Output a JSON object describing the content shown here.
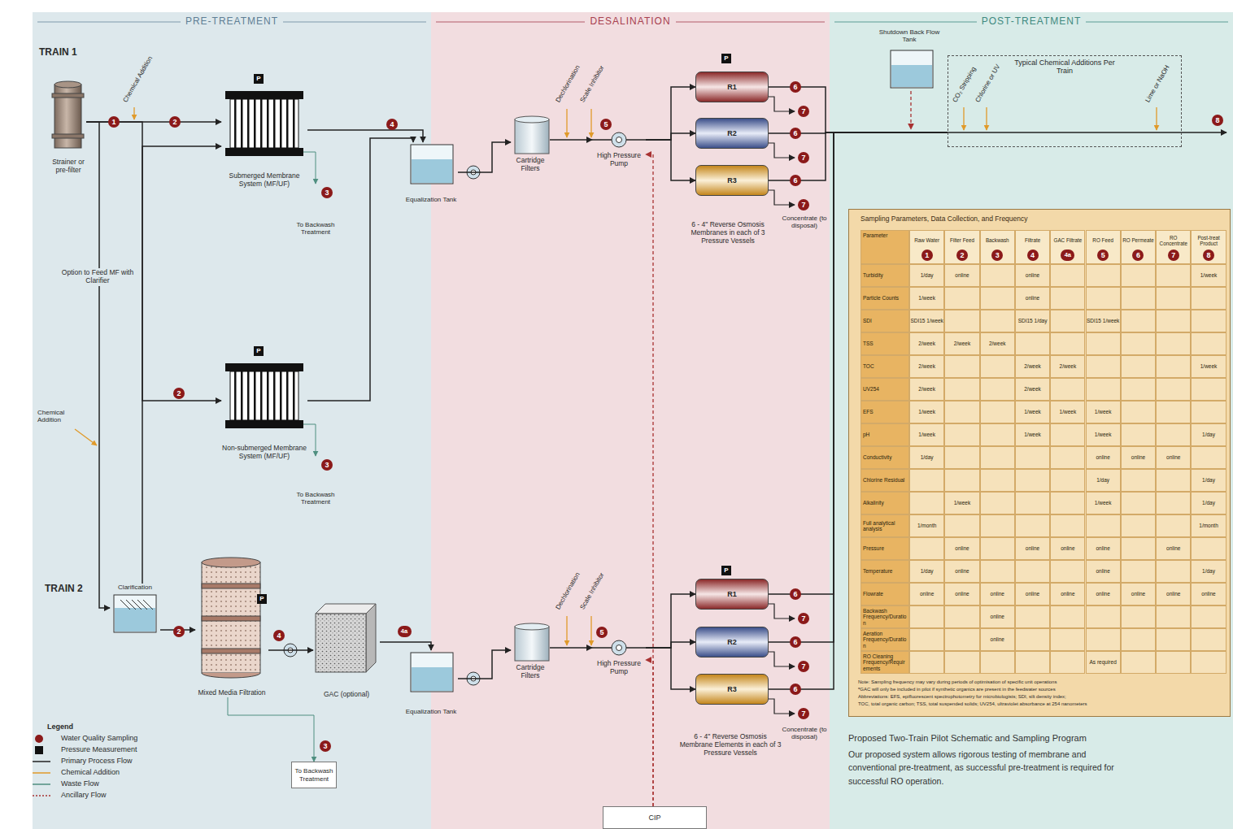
{
  "diagram": {
    "title": "Proposed Two-Train Pilot Schematic and Sampling Program",
    "caption": "Our proposed system allows rigorous testing of membrane and conventional pre-treatment, as successful pre-treatment is required for successful RO operation.",
    "nodes": [
      {
        "text": [
          "PRE-TREATMENT"
        ]
      },
      {
        "text": [
          "DESALINATION"
        ]
      },
      {
        "text": [
          "POST-TREATMENT"
        ]
      },
      {
        "text": [
          "Strainer or pre-filter"
        ]
      },
      {
        "text": [
          "Submerged Membrane System (MF/UF)"
        ]
      },
      {
        "text": [
          "Non-submerged Membrane System (MF/UF)"
        ]
      },
      {
        "text": [
          "Equalization Tank"
        ]
      },
      {
        "text": [
          "Cartridge Filters"
        ]
      },
      {
        "text": [
          "High Pressure Pump"
        ]
      },
      {
        "text": [
          "R1"
        ]
      },
      {
        "text": [
          "R2"
        ]
      },
      {
        "text": [
          "R3"
        ]
      },
      {
        "text": [
          "Shutdown Back Flow Tank"
        ]
      },
      {
        "text": [
          "Typical Chemical Additions Per Train"
        ]
      },
      {
        "text": [
          "Clarification"
        ]
      },
      {
        "text": [
          "Mixed Media Filtration"
        ]
      },
      {
        "text": [
          "GAC (optional)"
        ]
      },
      {
        "text": [
          "Equalization Tank"
        ]
      },
      {
        "text": [
          "Cartridge Filters"
        ]
      },
      {
        "text": [
          "High Pressure Pump"
        ]
      },
      {
        "text": [
          "R1"
        ]
      },
      {
        "text": [
          "R2"
        ]
      },
      {
        "text": [
          "R3"
        ]
      },
      {
        "text": [
          "To Backwash Treatment"
        ]
      },
      {
        "text": [
          "CIP"
        ]
      },
      {
        "text": [
          "Sampling Parameters, Data Collection, and Frequency"
        ]
      }
    ],
    "edges": [
      {
        "from": 3,
        "to": 4,
        "arrow": "to"
      },
      {
        "from": 3,
        "to": 5,
        "arrow": "to"
      },
      {
        "from": 4,
        "to": 6,
        "arrow": "to"
      },
      {
        "from": 5,
        "to": 6,
        "arrow": "to"
      },
      {
        "from": 6,
        "to": 7,
        "arrow": "to"
      },
      {
        "from": 7,
        "to": 8,
        "arrow": "to"
      },
      {
        "from": 8,
        "to": 9,
        "arrow": "to"
      },
      {
        "from": 8,
        "to": 10,
        "arrow": "to"
      },
      {
        "from": 8,
        "to": 11,
        "arrow": "to"
      },
      {
        "from": 9,
        "to": 13,
        "arrow": "none"
      },
      {
        "from": 10,
        "to": 13,
        "arrow": "none"
      },
      {
        "from": 11,
        "to": 13,
        "arrow": "none"
      },
      {
        "from": 3,
        "to": 14,
        "arrow": "to"
      },
      {
        "from": 14,
        "to": 4,
        "arrow": "to"
      },
      {
        "from": 14,
        "to": 15,
        "arrow": "to"
      },
      {
        "from": 15,
        "to": 16,
        "arrow": "to"
      },
      {
        "from": 16,
        "to": 17,
        "arrow": "to"
      },
      {
        "from": 17,
        "to": 18,
        "arrow": "to"
      },
      {
        "from": 18,
        "to": 19,
        "arrow": "to"
      },
      {
        "from": 19,
        "to": 20,
        "arrow": "to"
      },
      {
        "from": 19,
        "to": 21,
        "arrow": "to"
      },
      {
        "from": 19,
        "to": 22,
        "arrow": "to"
      },
      {
        "from": 20,
        "to": 13,
        "arrow": "none"
      },
      {
        "from": 21,
        "to": 13,
        "arrow": "none"
      },
      {
        "from": 22,
        "to": 13,
        "arrow": "none"
      },
      {
        "from": 15,
        "to": 23,
        "arrow": "to"
      },
      {
        "from": 24,
        "to": 8,
        "arrow": "to"
      },
      {
        "from": 24,
        "to": 19,
        "arrow": "to"
      }
    ],
    "labels": [
      "TRAIN 1",
      "1",
      "Chemical Addition",
      "2",
      "P",
      "3",
      "To Backwash Treatment",
      "4",
      "Dechlorination",
      "Scale Inhibitor",
      "5",
      "P",
      "6",
      "7",
      "6",
      "7",
      "6",
      "7",
      "6 - 4\" Reverse Osmosis Membranes in each of 3 Pressure Vessels",
      "Concentrate (to disposal)",
      "CO₂ Stripping",
      "Chlorine or UV",
      "Lime or NaOH",
      "8",
      "Option to Feed MF with Clarifier",
      "2",
      "P",
      "3",
      "To Backwash Treatment",
      "Chemical Addition",
      "TRAIN 2",
      "2",
      "P",
      "4",
      "4a",
      "Dechlorination",
      "Scale Inhibitor",
      "5",
      "P",
      "6",
      "7",
      "6",
      "7",
      "6",
      "7",
      "6 - 4\" Reverse Osmosis Membrane Elements in each of 3 Pressure Vessels",
      "Concentrate (to disposal)",
      "3",
      "Legend",
      "Parameter",
      "Raw Water",
      "1",
      "Filter Feed",
      "2",
      "Backwash",
      "3",
      "Filtrate",
      "4",
      "GAC Filtrate",
      "4a",
      "RO Feed",
      "5",
      "RO Permeate",
      "6",
      "RO Concentrate",
      "7",
      "Post-treat Product",
      "8",
      "Turbidity",
      "1/day",
      "online",
      "online",
      "1/week",
      "Particle Counts",
      "1/week",
      "online",
      "SDI",
      "SDI15 1/week",
      "SDI15 1/day",
      "SDI15 1/week",
      "TSS",
      "2/week",
      "2/week",
      "2/week",
      "TOC",
      "2/week",
      "2/week",
      "2/week",
      "1/week",
      "UV254",
      "2/week",
      "2/week",
      "EFS",
      "1/week",
      "1/week",
      "1/week",
      "1/week",
      "pH",
      "1/week",
      "1/week",
      "1/week",
      "1/day",
      "Conductivity",
      "1/day",
      "online",
      "online",
      "online",
      "Chlorine Residual",
      "1/day",
      "1/day",
      "Alkalinity",
      "1/week",
      "1/week",
      "1/day",
      "Full analytical analysis",
      "1/month",
      "1/month",
      "Pressure",
      "online",
      "online",
      "online",
      "online",
      "online",
      "Temperature",
      "1/day",
      "online",
      "online",
      "1/day",
      "Flowrate",
      "online",
      "online",
      "online",
      "online",
      "online",
      "online",
      "online",
      "online",
      "online",
      "Backwash Frequency/Duration",
      "online",
      "Aeration Frequency/Duration",
      "online",
      "RO Cleaning Frequency/Requirements",
      "As required",
      "Note: Sampling frequency may vary during periods of optimisation of specific unit operations",
      "ᵃGAC will only be included in pilot if synthetic organics are present in the feedwater sources",
      "Abbreviations: EFS, epifluorescent spectrophotometry for microbiologists; SDI, silt density index;",
      "TOC, total organic carbon; TSS, total suspended solids; UV254, ultraviolet absorbance at 254 nanometers"
    ],
    "legend": [
      {
        "text": "Water Quality Sampling"
      },
      {
        "text": "Pressure Measurement"
      },
      {
        "text": "Primary Process Flow"
      },
      {
        "text": "Chemical Addition"
      },
      {
        "text": "Waste Flow"
      },
      {
        "text": "Ancillary Flow"
      }
    ]
  }
}
